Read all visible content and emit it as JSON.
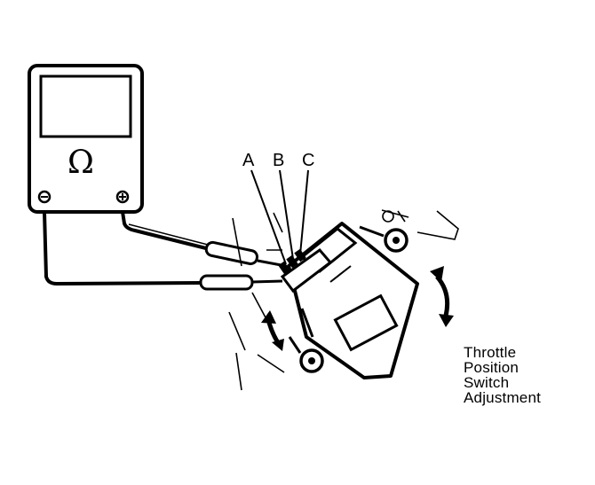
{
  "meter": {
    "symbol": "Ω",
    "negative_terminal": "⊖",
    "positive_terminal": "⊕"
  },
  "labels": {
    "a": "A",
    "b": "B",
    "c": "C"
  },
  "caption": {
    "line1": "Throttle",
    "line2": "Position",
    "line3": "Switch",
    "line4": "Adjustment"
  }
}
